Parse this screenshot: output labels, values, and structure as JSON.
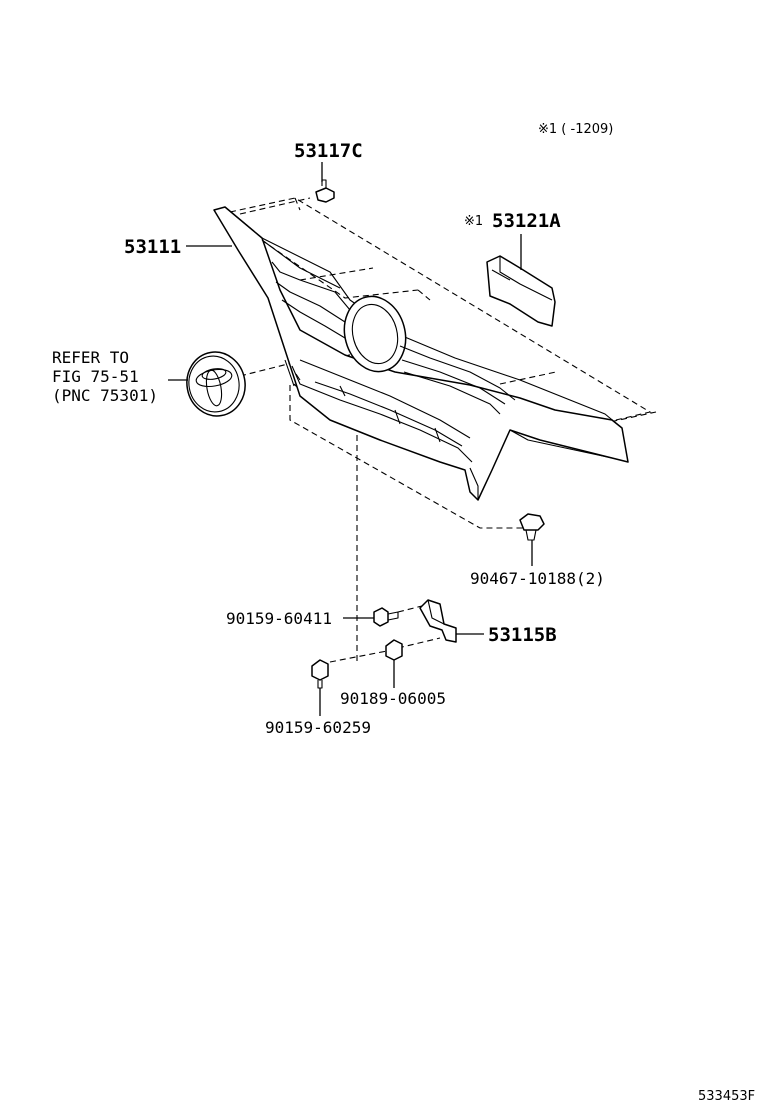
{
  "diagram": {
    "note": "※1 ( -1209)",
    "footer_code": "533453F",
    "labels": {
      "p53117C": "53117C",
      "p53111": "53111",
      "p53121A_prefix": "※1",
      "p53121A": "53121A",
      "refer_1": "REFER TO",
      "refer_2": "FIG 75-51",
      "refer_3": "(PNC 75301)",
      "p90467": "90467-10188(2)",
      "p90159_60411": "90159-60411",
      "p53115B": "53115B",
      "p90189": "90189-06005",
      "p90159_60259": "90159-60259"
    }
  }
}
